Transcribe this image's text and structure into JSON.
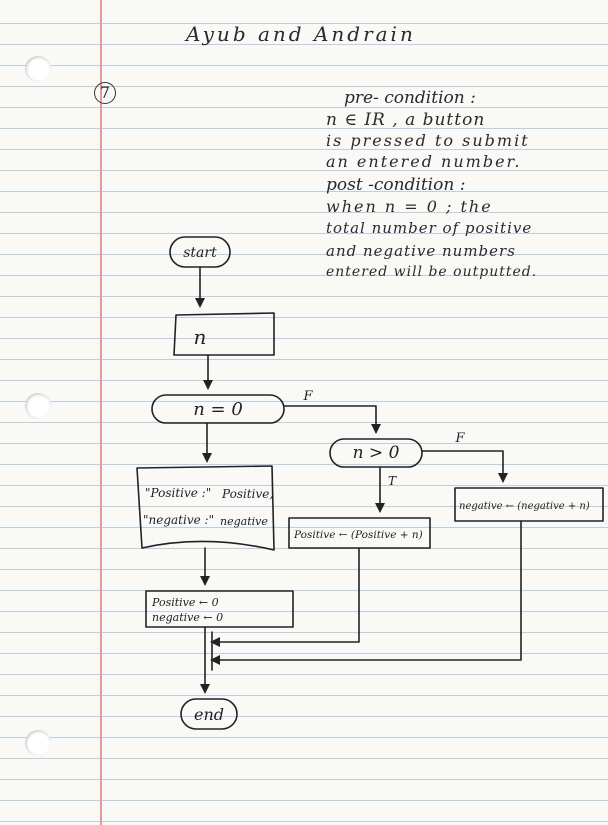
{
  "header": {
    "authors": "Ayub and Andrain"
  },
  "problem": {
    "number": "7"
  },
  "conditions": {
    "pre_heading": "pre- condition :",
    "pre_lines": [
      "n ∈ IR , a button",
      "is pressed to submit",
      "an entered number."
    ],
    "post_heading": "post -condition :",
    "post_lines": [
      "when n = 0 ; the",
      "total number of positive",
      "and negative numbers",
      "entered will be outputted."
    ]
  },
  "flowchart": {
    "start": "start",
    "input": "n",
    "decision1": "n = 0",
    "decision1_false": "F",
    "decision2": "n > 0",
    "decision2_true": "T",
    "decision2_false": "F",
    "output": {
      "line1_label": "\"Positive :\"",
      "line1_value": "Positive,",
      "line2_label": "\"negative :\"",
      "line2_value": "negative"
    },
    "reset_line1": "Positive ← 0",
    "reset_line2": "negative ← 0",
    "process_positive": "Positive ← (Positive + n)",
    "process_negative": "negative ← (negative + n)",
    "end": "end"
  },
  "colors": {
    "ink": "#222222",
    "rule_line": "#b9cfe4",
    "margin_line": "#e89a9a",
    "paper": "#f9f9f6"
  }
}
